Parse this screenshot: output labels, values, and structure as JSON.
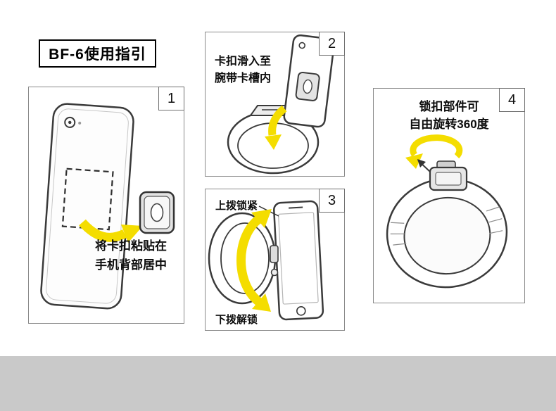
{
  "page": {
    "title": "BF-6使用指引"
  },
  "colors": {
    "arrow_yellow": "#F4DD00",
    "footer_gray": "#C9C9C9"
  },
  "panels": [
    {
      "number": "1",
      "caption_line1": "将卡扣粘贴在",
      "caption_line2": "手机背部居中"
    },
    {
      "number": "2",
      "caption_line1": "卡扣滑入至",
      "caption_line2": "腕带卡槽内"
    },
    {
      "number": "3",
      "label_top": "上拨锁紧",
      "label_bottom": "下拨解锁"
    },
    {
      "number": "4",
      "caption_line1": "锁扣部件可",
      "caption_line2": "自由旋转360度"
    }
  ]
}
